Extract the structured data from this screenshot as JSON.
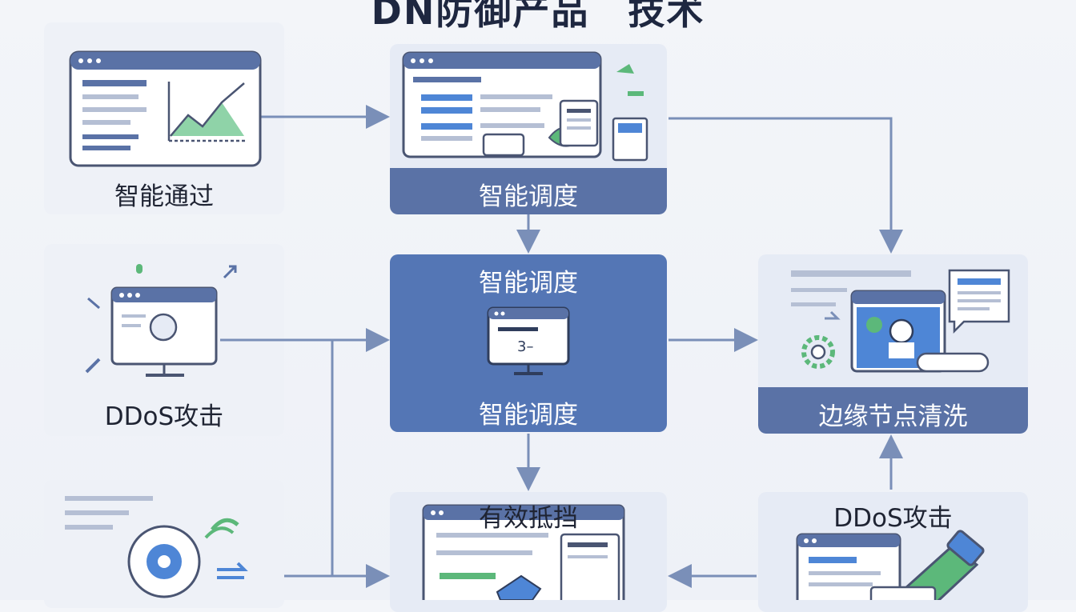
{
  "title": "DN防御产品　技术",
  "nodes": {
    "pass": {
      "label": "智能通过"
    },
    "schedule_top": {
      "label": "智能调度"
    },
    "ddos_left": {
      "label": "DDoS攻击"
    },
    "center": {
      "label_top": "智能调度",
      "label_bottom": "智能调度"
    },
    "edge": {
      "label": "边缘节点清洗"
    },
    "resist": {
      "label": "有效抵挡"
    },
    "ddos_right": {
      "label": "DDoS攻击"
    }
  },
  "colors": {
    "accent": "#5476b5",
    "arrow": "#7a8fb8",
    "green": "#5cb87a",
    "ink": "#4a5572"
  }
}
